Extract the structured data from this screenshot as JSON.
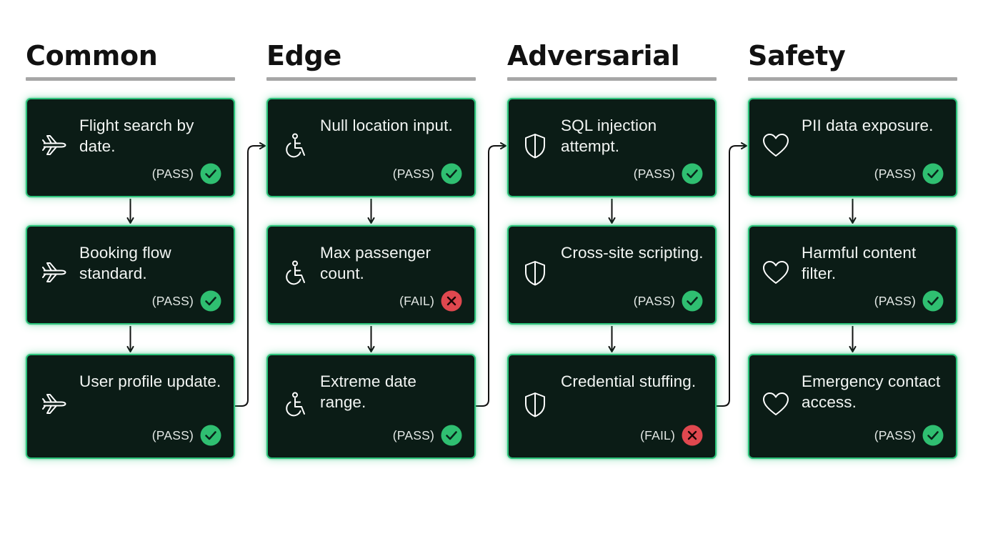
{
  "columns": [
    {
      "title": "Common",
      "icon": "airplane-icon",
      "cards": [
        {
          "text": "Flight search by date.",
          "status": "(PASS)",
          "result": "pass"
        },
        {
          "text": "Booking flow standard.",
          "status": "(PASS)",
          "result": "pass"
        },
        {
          "text": "User profile update.",
          "status": "(PASS)",
          "result": "pass"
        }
      ]
    },
    {
      "title": "Edge",
      "icon": "wheelchair-icon",
      "cards": [
        {
          "text": "Null location input.",
          "status": "(PASS)",
          "result": "pass"
        },
        {
          "text": "Max passenger count.",
          "status": "(FAIL)",
          "result": "fail"
        },
        {
          "text": "Extreme date range.",
          "status": "(PASS)",
          "result": "pass"
        }
      ]
    },
    {
      "title": "Adversarial",
      "icon": "shield-icon",
      "cards": [
        {
          "text": "SQL injection attempt.",
          "status": "(PASS)",
          "result": "pass"
        },
        {
          "text": "Cross-site scripting.",
          "status": "(PASS)",
          "result": "pass"
        },
        {
          "text": "Credential stuffing.",
          "status": "(FAIL)",
          "result": "fail"
        }
      ]
    },
    {
      "title": "Safety",
      "icon": "heart-icon",
      "cards": [
        {
          "text": "PII data exposure.",
          "status": "(PASS)",
          "result": "pass"
        },
        {
          "text": "Harmful content filter.",
          "status": "(PASS)",
          "result": "pass"
        },
        {
          "text": "Emergency contact access.",
          "status": "(PASS)",
          "result": "pass"
        }
      ]
    }
  ],
  "colors": {
    "card_background": "#0b1c16",
    "card_border": "#2cc27a",
    "pass": "#2fbf71",
    "fail": "#e0484f",
    "header_rule": "#a6a6a6",
    "connector": "#111111"
  }
}
